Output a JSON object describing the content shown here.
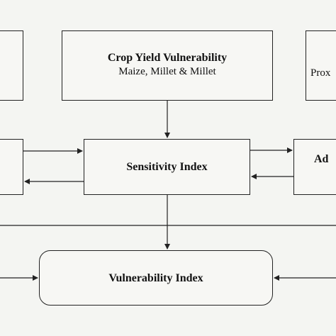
{
  "boxes": {
    "crop_yield": {
      "title": "Crop Yield Vulnerability",
      "subtitle": "Maize, Millet & Millet"
    },
    "sensitivity": {
      "title": "Sensitivity Index"
    },
    "vulnerability": {
      "title": "Vulnerability Index"
    },
    "right_top_partial": {
      "text": "Prox"
    },
    "right_mid_partial": {
      "text": "Ad"
    }
  },
  "colors": {
    "line": "#222222",
    "background": "#f4f5f2",
    "box_fill": "#f7f7f4"
  }
}
